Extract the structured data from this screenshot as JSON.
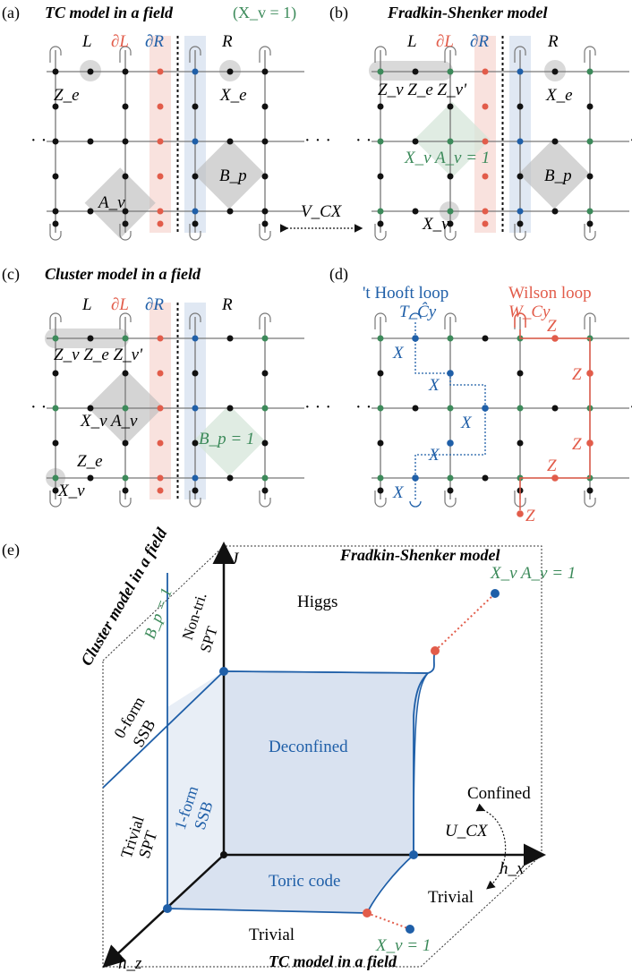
{
  "panel_a": {
    "label": "(a)",
    "title": "TC model in a field",
    "condition": "(X_v = 1)",
    "col_labels": {
      "L": "L",
      "dL": "∂L",
      "dR": "∂R",
      "R": "R"
    },
    "terms": {
      "Ze": "Z_e",
      "Xe": "X_e",
      "Av": "A_v",
      "Bp": "B_p"
    }
  },
  "panel_b": {
    "label": "(b)",
    "title": "Fradkin-Shenker model",
    "col_labels": {
      "L": "L",
      "dL": "∂L",
      "dR": "∂R",
      "R": "R"
    },
    "terms": {
      "ZZZ": "Z_v Z_e Z_v'",
      "Xe": "X_e",
      "XA": "X_v A_v = 1",
      "Bp": "B_p",
      "Xv": "X_v"
    }
  },
  "arrow_ab": {
    "label": "V_CX"
  },
  "panel_c": {
    "label": "(c)",
    "title": "Cluster model in a field",
    "col_labels": {
      "L": "L",
      "dL": "∂L",
      "dR": "∂R",
      "R": "R"
    },
    "terms": {
      "ZZZ": "Z_v Z_e Z_v'",
      "XA": "X_v A_v",
      "Bp": "B_p = 1",
      "Ze": "Z_e",
      "Xv": "X_v"
    }
  },
  "panel_d": {
    "label": "(d)",
    "thooft_title": "'t Hooft loop",
    "thooft_op": "T_Ĉy",
    "wilson_title": "Wilson loop",
    "wilson_op": "W_Cy",
    "x_label": "X",
    "z_label": "Z"
  },
  "panel_e": {
    "label": "(e)",
    "top_face": "Fradkin-Shenker model",
    "left_face": "Cluster model in a field",
    "bottom_face": "TC model in a field",
    "axes": {
      "J": "J",
      "hx": "h_x",
      "hz": "h_z"
    },
    "point_xa": "X_v A_v = 1",
    "point_xv": "X_v = 1",
    "bp1": "B_p = 1",
    "phases": {
      "higgs": "Higgs",
      "deconfined": "Deconfined",
      "confined": "Confined",
      "toric": "Toric code",
      "trivial_right": "Trivial",
      "trivial_bottom": "Trivial",
      "trivial_spt_1": "Trivial",
      "trivial_spt_2": "SPT",
      "nontri_1": "Non-tri.",
      "nontri_2": "SPT",
      "zeroform_1": "0-form",
      "zeroform_2": "SSB",
      "oneform_1": "1-form",
      "oneform_2": "SSB"
    },
    "ucx": "U_CX"
  },
  "colors": {
    "red": "#e25c4a",
    "blue": "#1f5fa8",
    "green": "#3c8a5a",
    "grid": "#777777"
  }
}
